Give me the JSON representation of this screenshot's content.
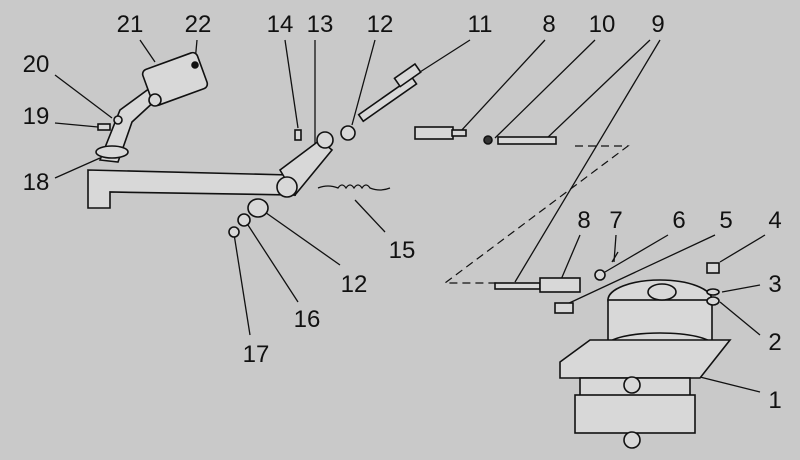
{
  "diagram": {
    "background": "#c9c9c9",
    "callouts": [
      {
        "id": "c21",
        "text": "21"
      },
      {
        "id": "c22",
        "text": "22"
      },
      {
        "id": "c14",
        "text": "14"
      },
      {
        "id": "c13",
        "text": "13"
      },
      {
        "id": "c12a",
        "text": "12"
      },
      {
        "id": "c11",
        "text": "11"
      },
      {
        "id": "c8a",
        "text": "8"
      },
      {
        "id": "c10",
        "text": "10"
      },
      {
        "id": "c9",
        "text": "9"
      },
      {
        "id": "c20",
        "text": "20"
      },
      {
        "id": "c19",
        "text": "19"
      },
      {
        "id": "c18",
        "text": "18"
      },
      {
        "id": "c15",
        "text": "15"
      },
      {
        "id": "c8b",
        "text": "8"
      },
      {
        "id": "c7",
        "text": "7"
      },
      {
        "id": "c6",
        "text": "6"
      },
      {
        "id": "c5",
        "text": "5"
      },
      {
        "id": "c4",
        "text": "4"
      },
      {
        "id": "c12b",
        "text": "12"
      },
      {
        "id": "c3",
        "text": "3"
      },
      {
        "id": "c16",
        "text": "16"
      },
      {
        "id": "c2",
        "text": "2"
      },
      {
        "id": "c17",
        "text": "17"
      },
      {
        "id": "c1",
        "text": "1"
      }
    ]
  }
}
